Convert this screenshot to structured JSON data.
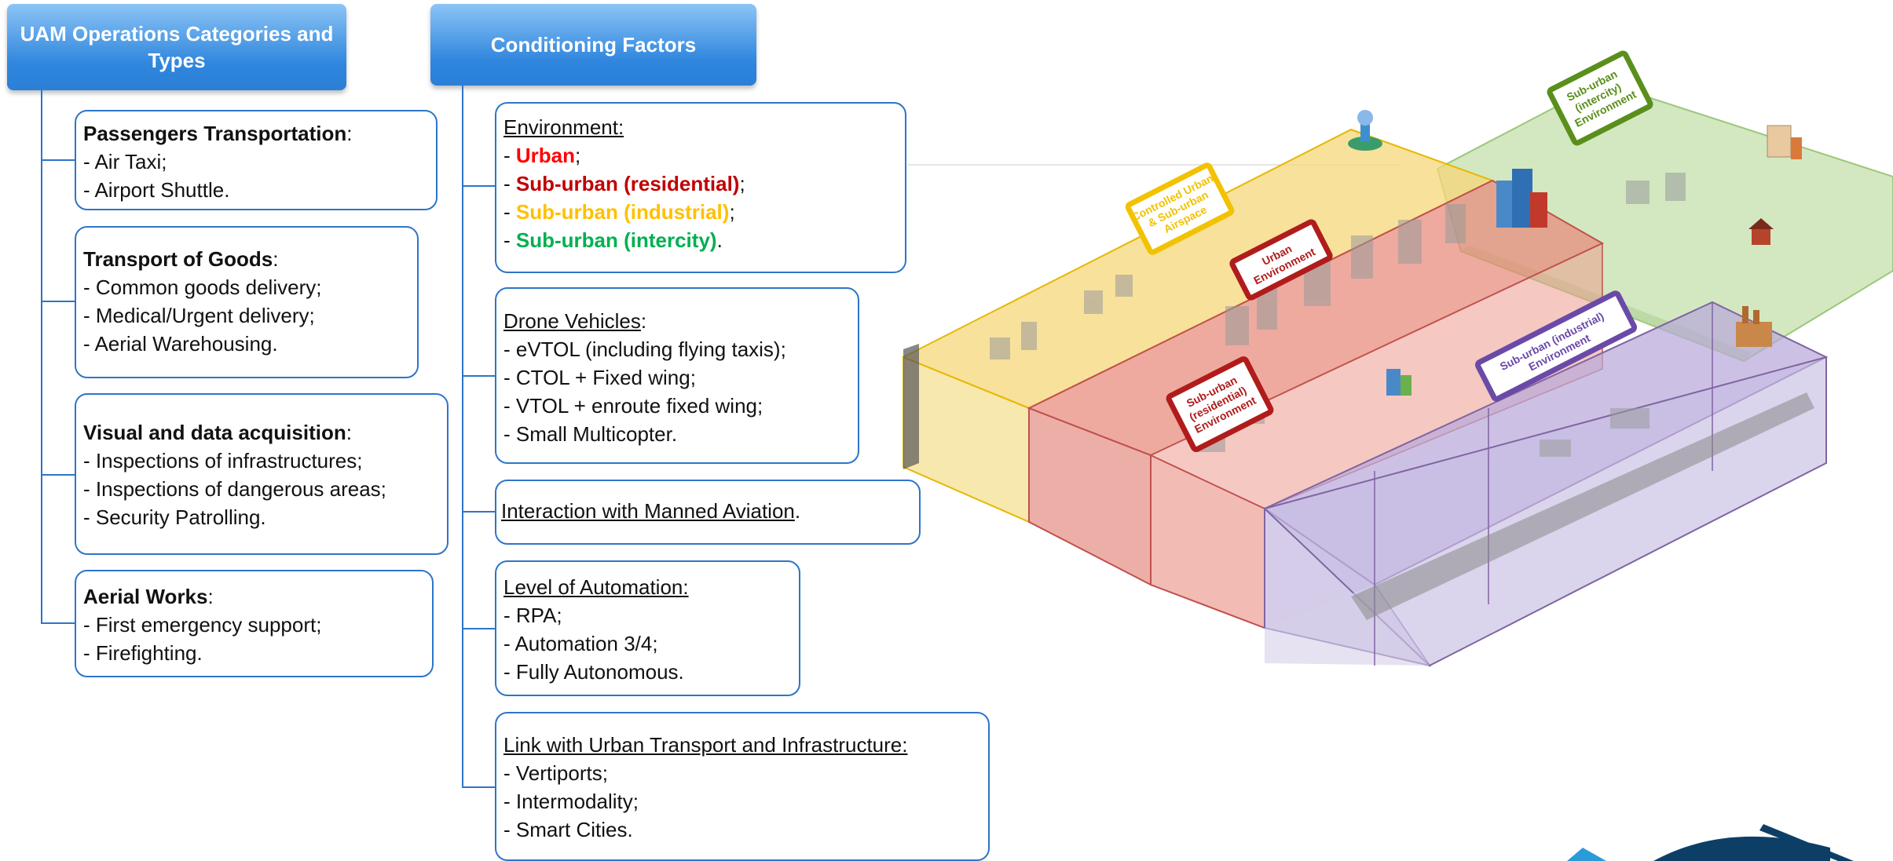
{
  "left_column": {
    "header": "UAM Operations Categories and Types",
    "groups": [
      {
        "title": "Passengers Transportation",
        "items": [
          "- Air Taxi;",
          "- Airport Shuttle."
        ]
      },
      {
        "title": "Transport of Goods",
        "items": [
          "- Common goods delivery;",
          "- Medical/Urgent delivery;",
          "- Aerial Warehousing."
        ]
      },
      {
        "title": "Visual and data acquisition",
        "items": [
          "- Inspections of infrastructures;",
          "- Inspections of dangerous areas;",
          "- Security Patrolling."
        ]
      },
      {
        "title": "Aerial Works",
        "items": [
          "- First emergency support;",
          "- Firefighting."
        ]
      }
    ]
  },
  "right_column": {
    "header": "Conditioning Factors",
    "environment": {
      "title": "Environment:",
      "items": [
        {
          "text": "Urban",
          "color": "#ff0000"
        },
        {
          "text": "Sub-urban (residential)",
          "color": "#c00000"
        },
        {
          "text": "Sub-urban (industrial)",
          "color": "#ffc000"
        },
        {
          "text": "Sub-urban (intercity)",
          "color": "#00b050"
        }
      ],
      "suffixes": [
        ";",
        ";",
        ";",
        "."
      ]
    },
    "drone_vehicles": {
      "title": "Drone Vehicles",
      "items": [
        "- eVTOL (including flying taxis);",
        "- CTOL + Fixed wing;",
        "- VTOL + enroute fixed wing;",
        "- Small Multicopter."
      ]
    },
    "manned_aviation": {
      "title": "Interaction with Manned Aviation",
      "suffix": "."
    },
    "automation": {
      "title": "Level of Automation:",
      "items": [
        "- RPA;",
        "- Automation 3/4;",
        "- Fully Autonomous."
      ]
    },
    "urban_transport": {
      "title": "Link with Urban Transport and Infrastructure:",
      "items": [
        "- Vertiports;",
        "- Intermodality;",
        "- Smart Cities."
      ]
    }
  },
  "illustration": {
    "labels": [
      {
        "lines": [
          "Controlled Urban",
          "& Sub-urban",
          "Airspace"
        ],
        "color": "#f2c200"
      },
      {
        "lines": [
          "Urban",
          "Environment"
        ],
        "color": "#b01c1c"
      },
      {
        "lines": [
          "Sub-urban",
          "(intercity)",
          "Environment"
        ],
        "color": "#5a8f1c"
      },
      {
        "lines": [
          "Sub-urban",
          "(residential)",
          "Environment"
        ],
        "color": "#b01c1c"
      },
      {
        "lines": [
          "Sub-urban (industrial)",
          "Environment"
        ],
        "color": "#6a4aa8"
      }
    ]
  },
  "colors": {
    "header_blue": "#2f86dd",
    "border_blue": "#2e75c9",
    "yellow_zone": "#f5d77a",
    "red_zone": "#e8897a",
    "purple_zone": "#b9a9d9",
    "green_zone": "#c8e2b0"
  }
}
